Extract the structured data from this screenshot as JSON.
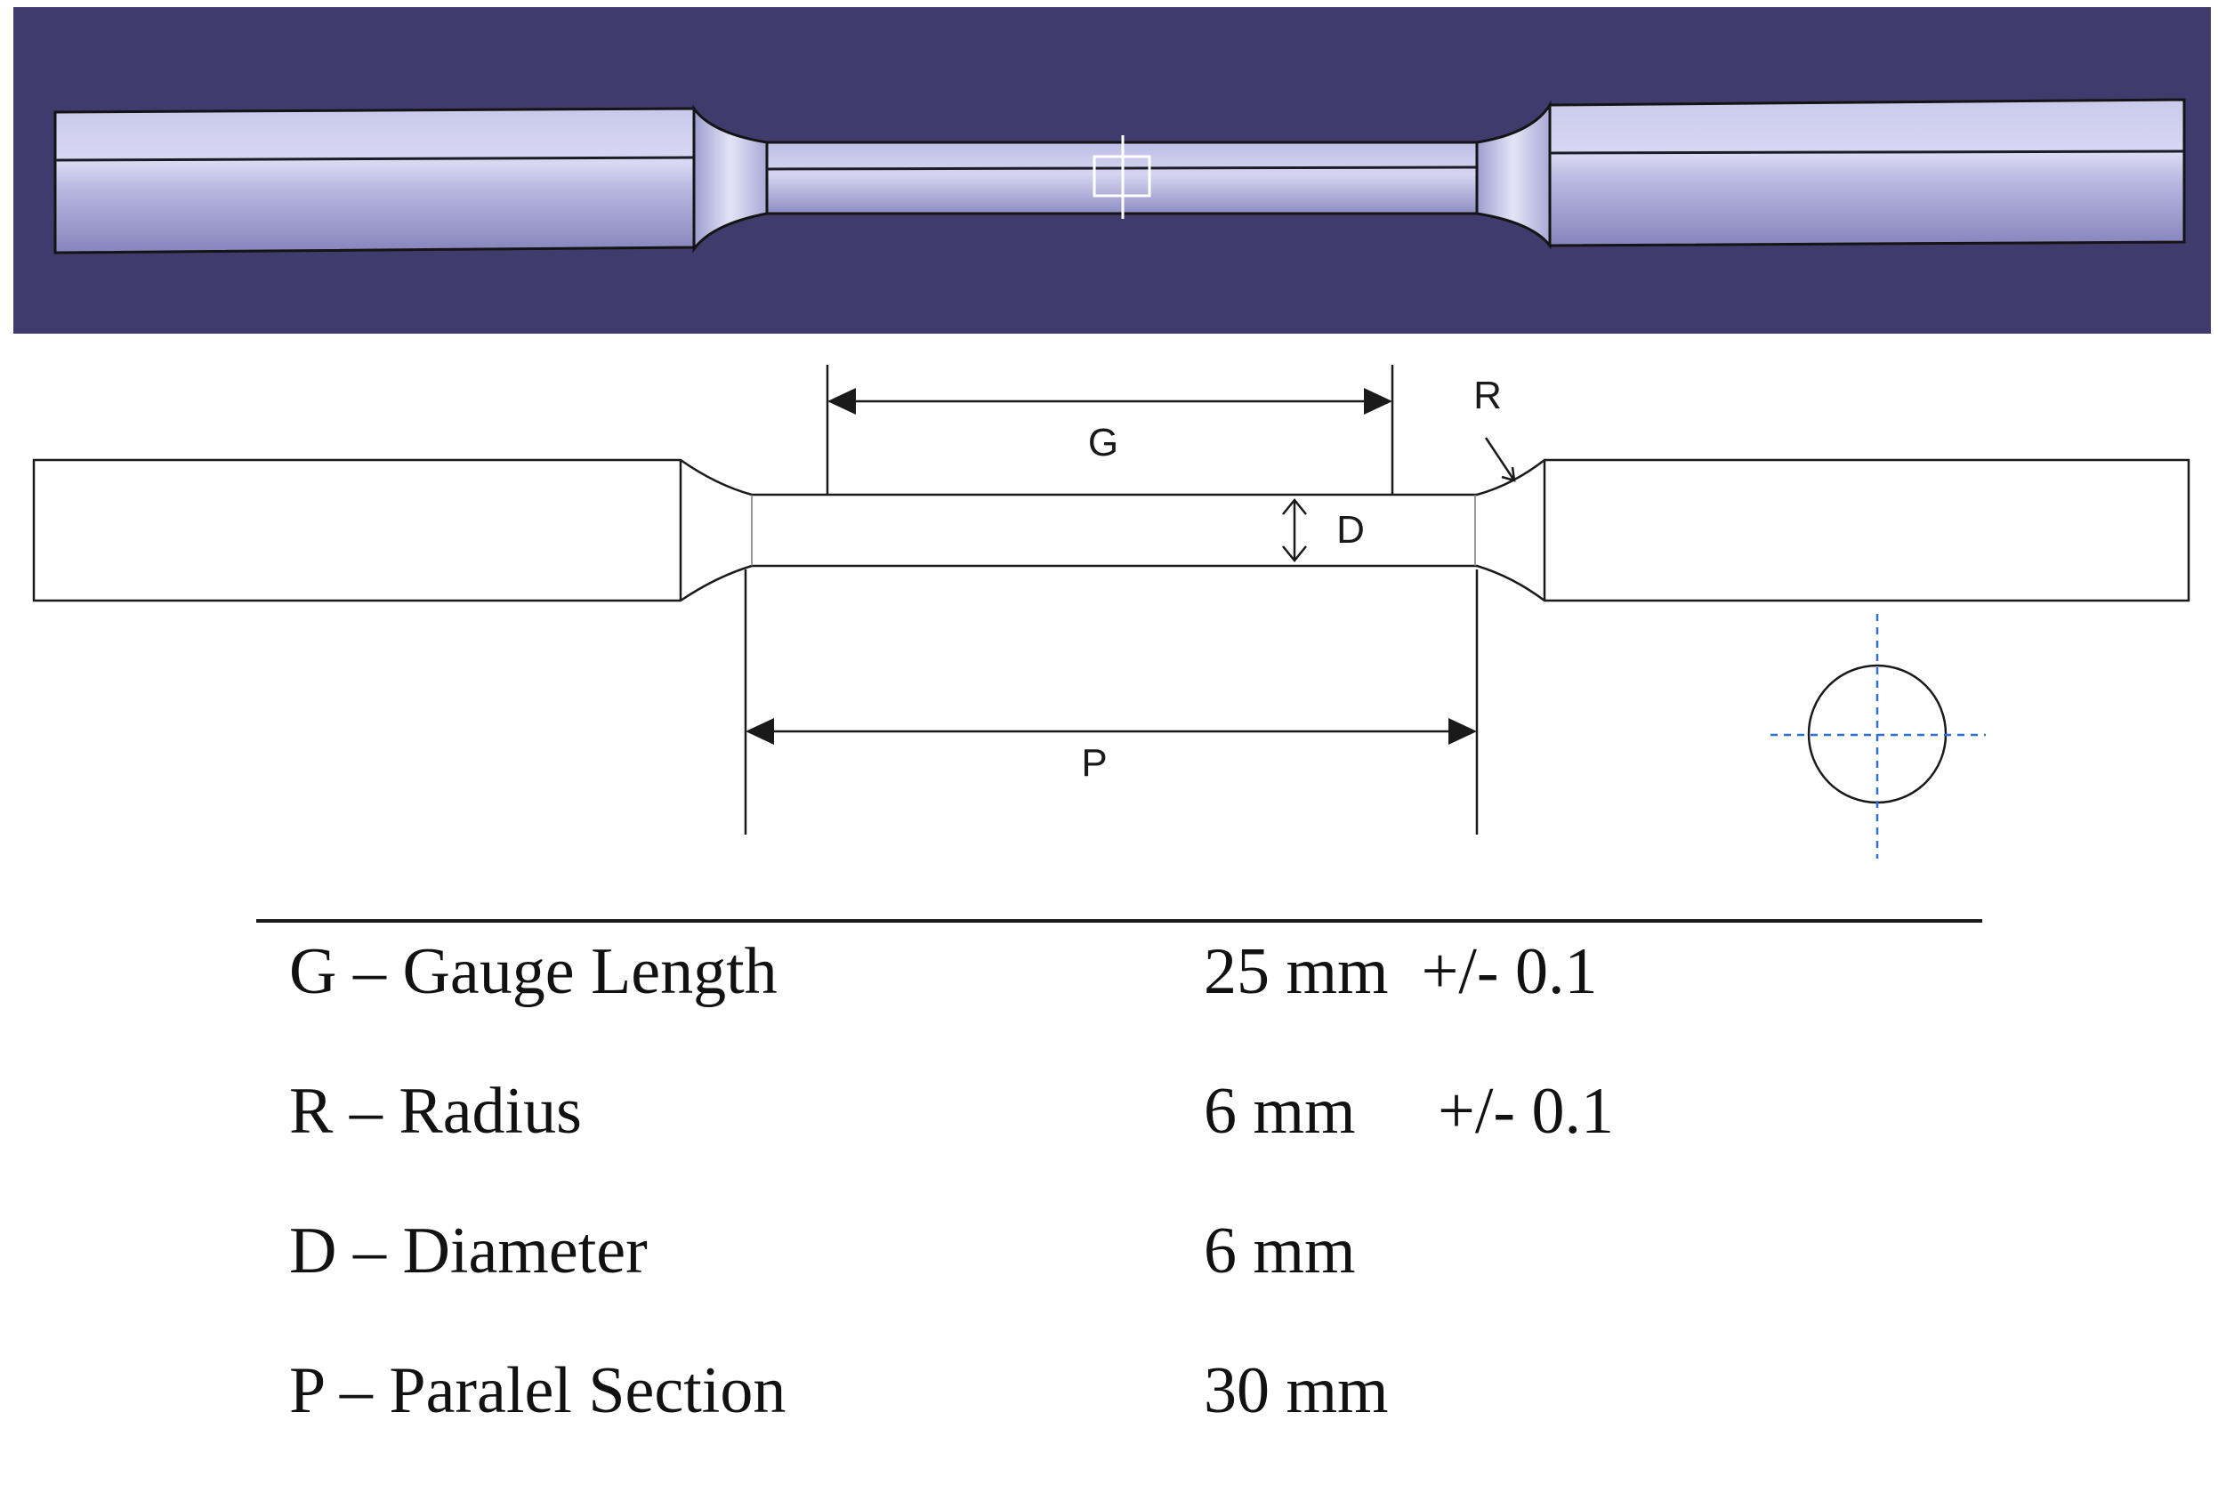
{
  "dimension_labels": {
    "gauge": "G",
    "radius": "R",
    "diameter": "D",
    "parallel": "P"
  },
  "specs": [
    {
      "label": "G – Gauge Length",
      "value": "25 mm  +/- 0.1"
    },
    {
      "label": "R – Radius",
      "value": "6 mm     +/- 0.1"
    },
    {
      "label": "D – Diameter",
      "value": "6 mm"
    },
    {
      "label": "P – Paralel Section",
      "value": "30 mm"
    }
  ],
  "colors": {
    "cad_background": "#3f3b6d",
    "cad_part_light": "#d7d7f0",
    "cad_part_mid": "#aaaad8",
    "cad_part_dark": "#7f7fb7",
    "line": "#1a1a1a",
    "centerline": "#2f6fd6"
  }
}
